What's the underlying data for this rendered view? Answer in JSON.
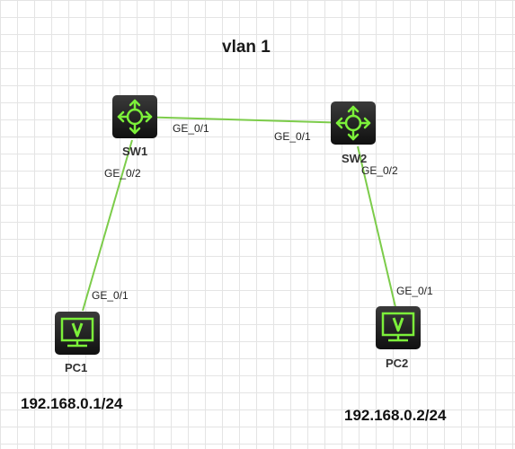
{
  "title": "vlan 1",
  "devices": {
    "sw1": {
      "label": "SW1",
      "icon": "router-icon"
    },
    "sw2": {
      "label": "SW2",
      "icon": "router-icon"
    },
    "pc1": {
      "label": "PC1",
      "icon": "monitor-icon",
      "ip": "192.168.0.1/24"
    },
    "pc2": {
      "label": "PC2",
      "icon": "monitor-icon",
      "ip": "192.168.0.2/24"
    }
  },
  "links": [
    {
      "from": "SW1",
      "to": "SW2",
      "from_port": "GE_0/1",
      "to_port": "GE_0/1"
    },
    {
      "from": "SW1",
      "to": "PC1",
      "from_port": "GE_0/2",
      "to_port": "GE_0/1"
    },
    {
      "from": "SW2",
      "to": "PC2",
      "from_port": "GE_0/2",
      "to_port": "GE_0/1"
    }
  ],
  "colors": {
    "link": "#7ccc4a",
    "icon_bg": "#1c1c1c",
    "icon_accent": "#7cf03a"
  }
}
